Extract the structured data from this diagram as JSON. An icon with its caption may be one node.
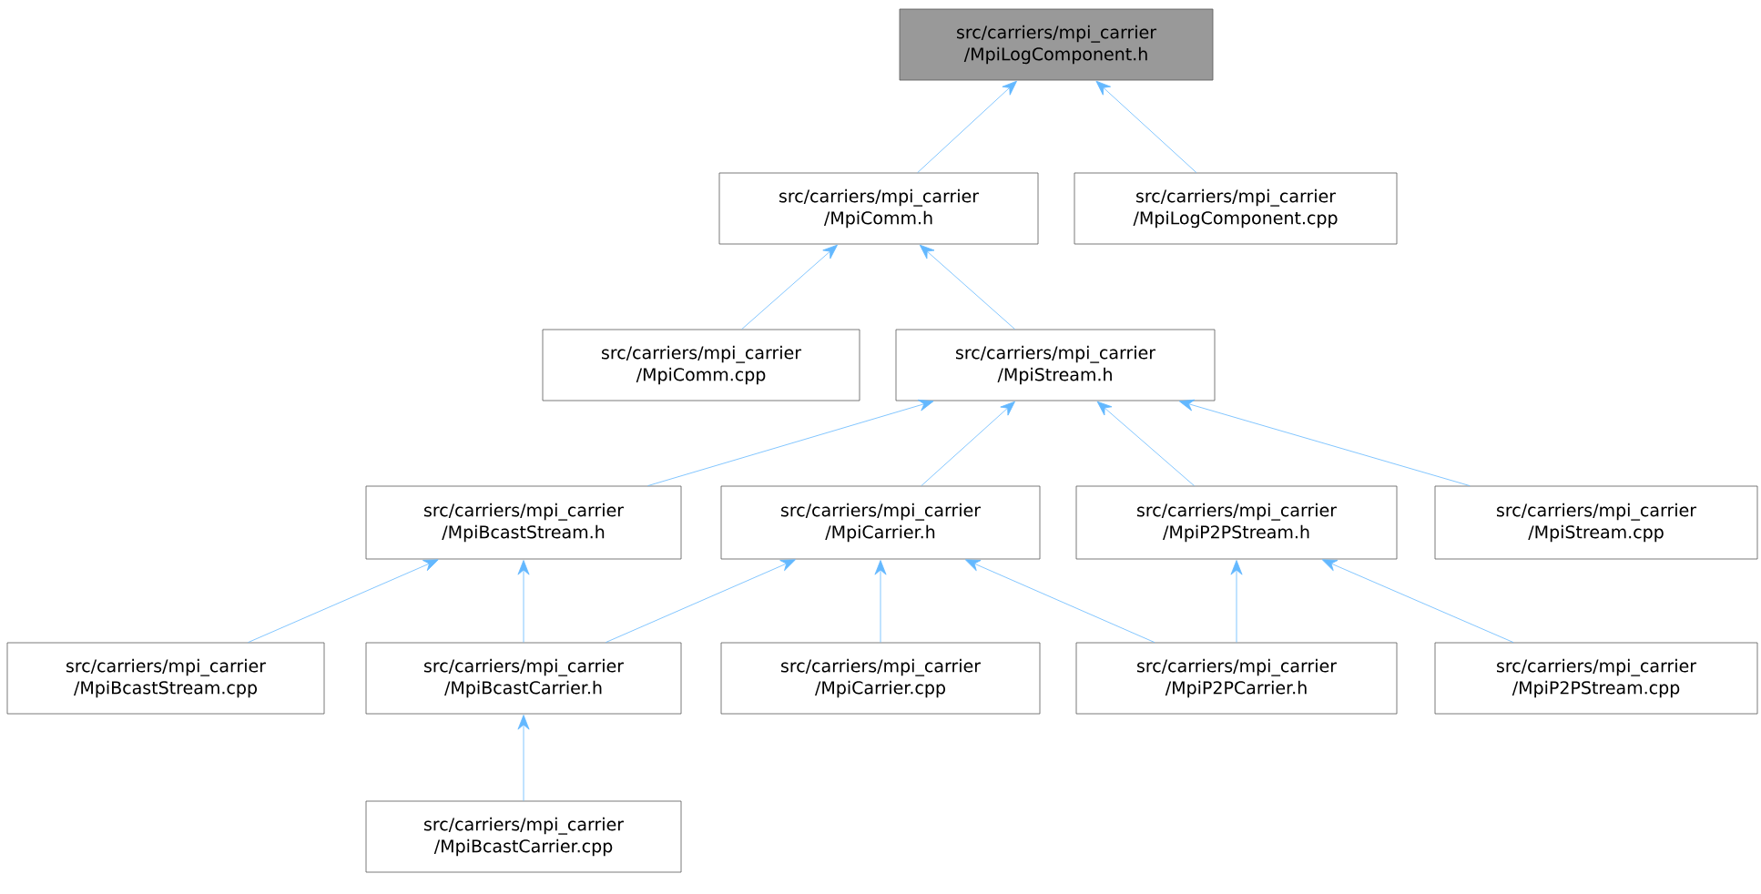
{
  "diagram": {
    "nodes": [
      {
        "text": [
          "src/carriers/mpi_carrier /MpiLogComponent.h"
        ]
      },
      {
        "text": [
          "src/carriers/mpi_carrier /MpiComm.h"
        ]
      },
      {
        "text": [
          "src/carriers/mpi_carrier /MpiLogComponent.cpp"
        ]
      },
      {
        "text": [
          "src/carriers/mpi_carrier /MpiComm.cpp"
        ]
      },
      {
        "text": [
          "src/carriers/mpi_carrier /MpiStream.h"
        ]
      },
      {
        "text": [
          "src/carriers/mpi_carrier /MpiBcastStream.h"
        ]
      },
      {
        "text": [
          "src/carriers/mpi_carrier /MpiCarrier.h"
        ]
      },
      {
        "text": [
          "src/carriers/mpi_carrier /MpiP2PStream.h"
        ]
      },
      {
        "text": [
          "src/carriers/mpi_carrier /MpiStream.cpp"
        ]
      },
      {
        "text": [
          "src/carriers/mpi_carrier /MpiBcastStream.cpp"
        ]
      },
      {
        "text": [
          "src/carriers/mpi_carrier /MpiBcastCarrier.h"
        ]
      },
      {
        "text": [
          "src/carriers/mpi_carrier /MpiCarrier.cpp"
        ]
      },
      {
        "text": [
          "src/carriers/mpi_carrier /MpiP2PCarrier.h"
        ]
      },
      {
        "text": [
          "src/carriers/mpi_carrier /MpiP2PStream.cpp"
        ]
      },
      {
        "text": [
          "src/carriers/mpi_carrier /MpiBcastCarrier.cpp"
        ]
      }
    ],
    "edges": [
      {
        "from": 1,
        "to": 0,
        "arrow": "to"
      },
      {
        "from": 2,
        "to": 0,
        "arrow": "to"
      },
      {
        "from": 3,
        "to": 1,
        "arrow": "to"
      },
      {
        "from": 4,
        "to": 1,
        "arrow": "to"
      },
      {
        "from": 5,
        "to": 4,
        "arrow": "to"
      },
      {
        "from": 6,
        "to": 4,
        "arrow": "to"
      },
      {
        "from": 7,
        "to": 4,
        "arrow": "to"
      },
      {
        "from": 8,
        "to": 4,
        "arrow": "to"
      },
      {
        "from": 9,
        "to": 5,
        "arrow": "to"
      },
      {
        "from": 10,
        "to": 5,
        "arrow": "to"
      },
      {
        "from": 10,
        "to": 6,
        "arrow": "to"
      },
      {
        "from": 11,
        "to": 6,
        "arrow": "to"
      },
      {
        "from": 12,
        "to": 6,
        "arrow": "to"
      },
      {
        "from": 12,
        "to": 7,
        "arrow": "to"
      },
      {
        "from": 13,
        "to": 7,
        "arrow": "to"
      },
      {
        "from": 14,
        "to": 10,
        "arrow": "to"
      }
    ]
  }
}
